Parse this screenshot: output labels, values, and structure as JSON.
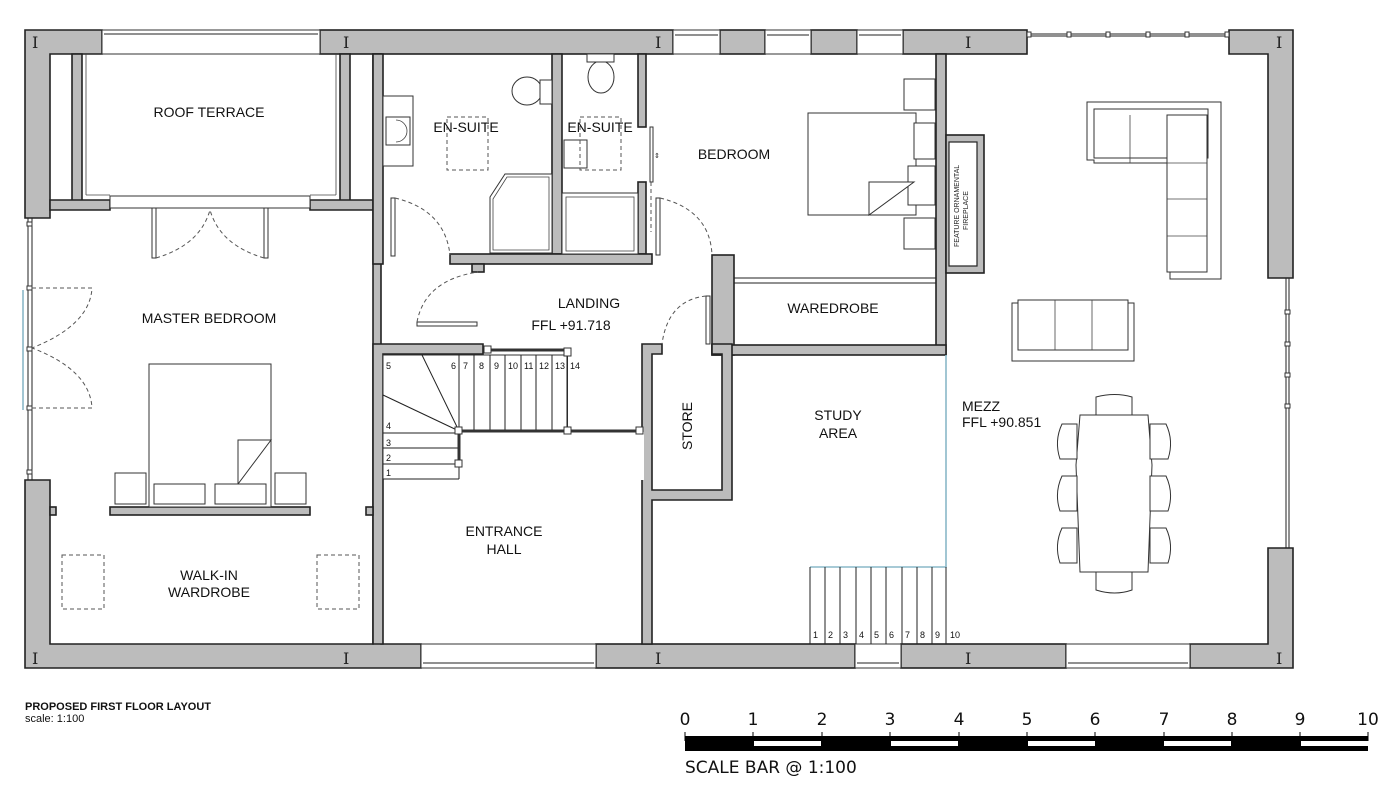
{
  "drawing": {
    "title": "PROPOSED FIRST FLOOR LAYOUT",
    "scale": "scale: 1:100"
  },
  "rooms": {
    "roof_terrace": "ROOF TERRACE",
    "ensuite_1": "EN-SUITE",
    "ensuite_2": "EN-SUITE",
    "bedroom": "BEDROOM",
    "master_bedroom": "MASTER BEDROOM",
    "landing": "LANDING",
    "landing_ffl": "FFL +91.718",
    "waredrobe": "WAREDROBE",
    "store": "STORE",
    "study_line1": "STUDY",
    "study_line2": "AREA",
    "mezz": "MEZZ",
    "mezz_ffl": "FFL +90.851",
    "entrance_line1": "ENTRANCE",
    "entrance_line2": "HALL",
    "walkin_line1": "WALK-IN",
    "walkin_line2": "WARDROBE",
    "fireplace_line1": "FEATURE ORNAMENTAL",
    "fireplace_line2": "FIREPLACE"
  },
  "beam_marker": "I",
  "stair_main": {
    "steps": [
      "1",
      "2",
      "3",
      "4",
      "5",
      "6",
      "7",
      "8",
      "9",
      "10",
      "11",
      "12",
      "13",
      "14"
    ]
  },
  "stair_mezz": {
    "steps": [
      "1",
      "2",
      "3",
      "4",
      "5",
      "6",
      "7",
      "8",
      "9",
      "10"
    ]
  },
  "scale_bar": {
    "ticks": [
      "0",
      "1",
      "2",
      "3",
      "4",
      "5",
      "6",
      "7",
      "8",
      "9",
      "10"
    ],
    "caption": "SCALE BAR @ 1:100",
    "units": "m"
  },
  "colors": {
    "wall_fill": "#bcbcbc",
    "line": "#222222",
    "glazing": "#8ab8c8"
  }
}
